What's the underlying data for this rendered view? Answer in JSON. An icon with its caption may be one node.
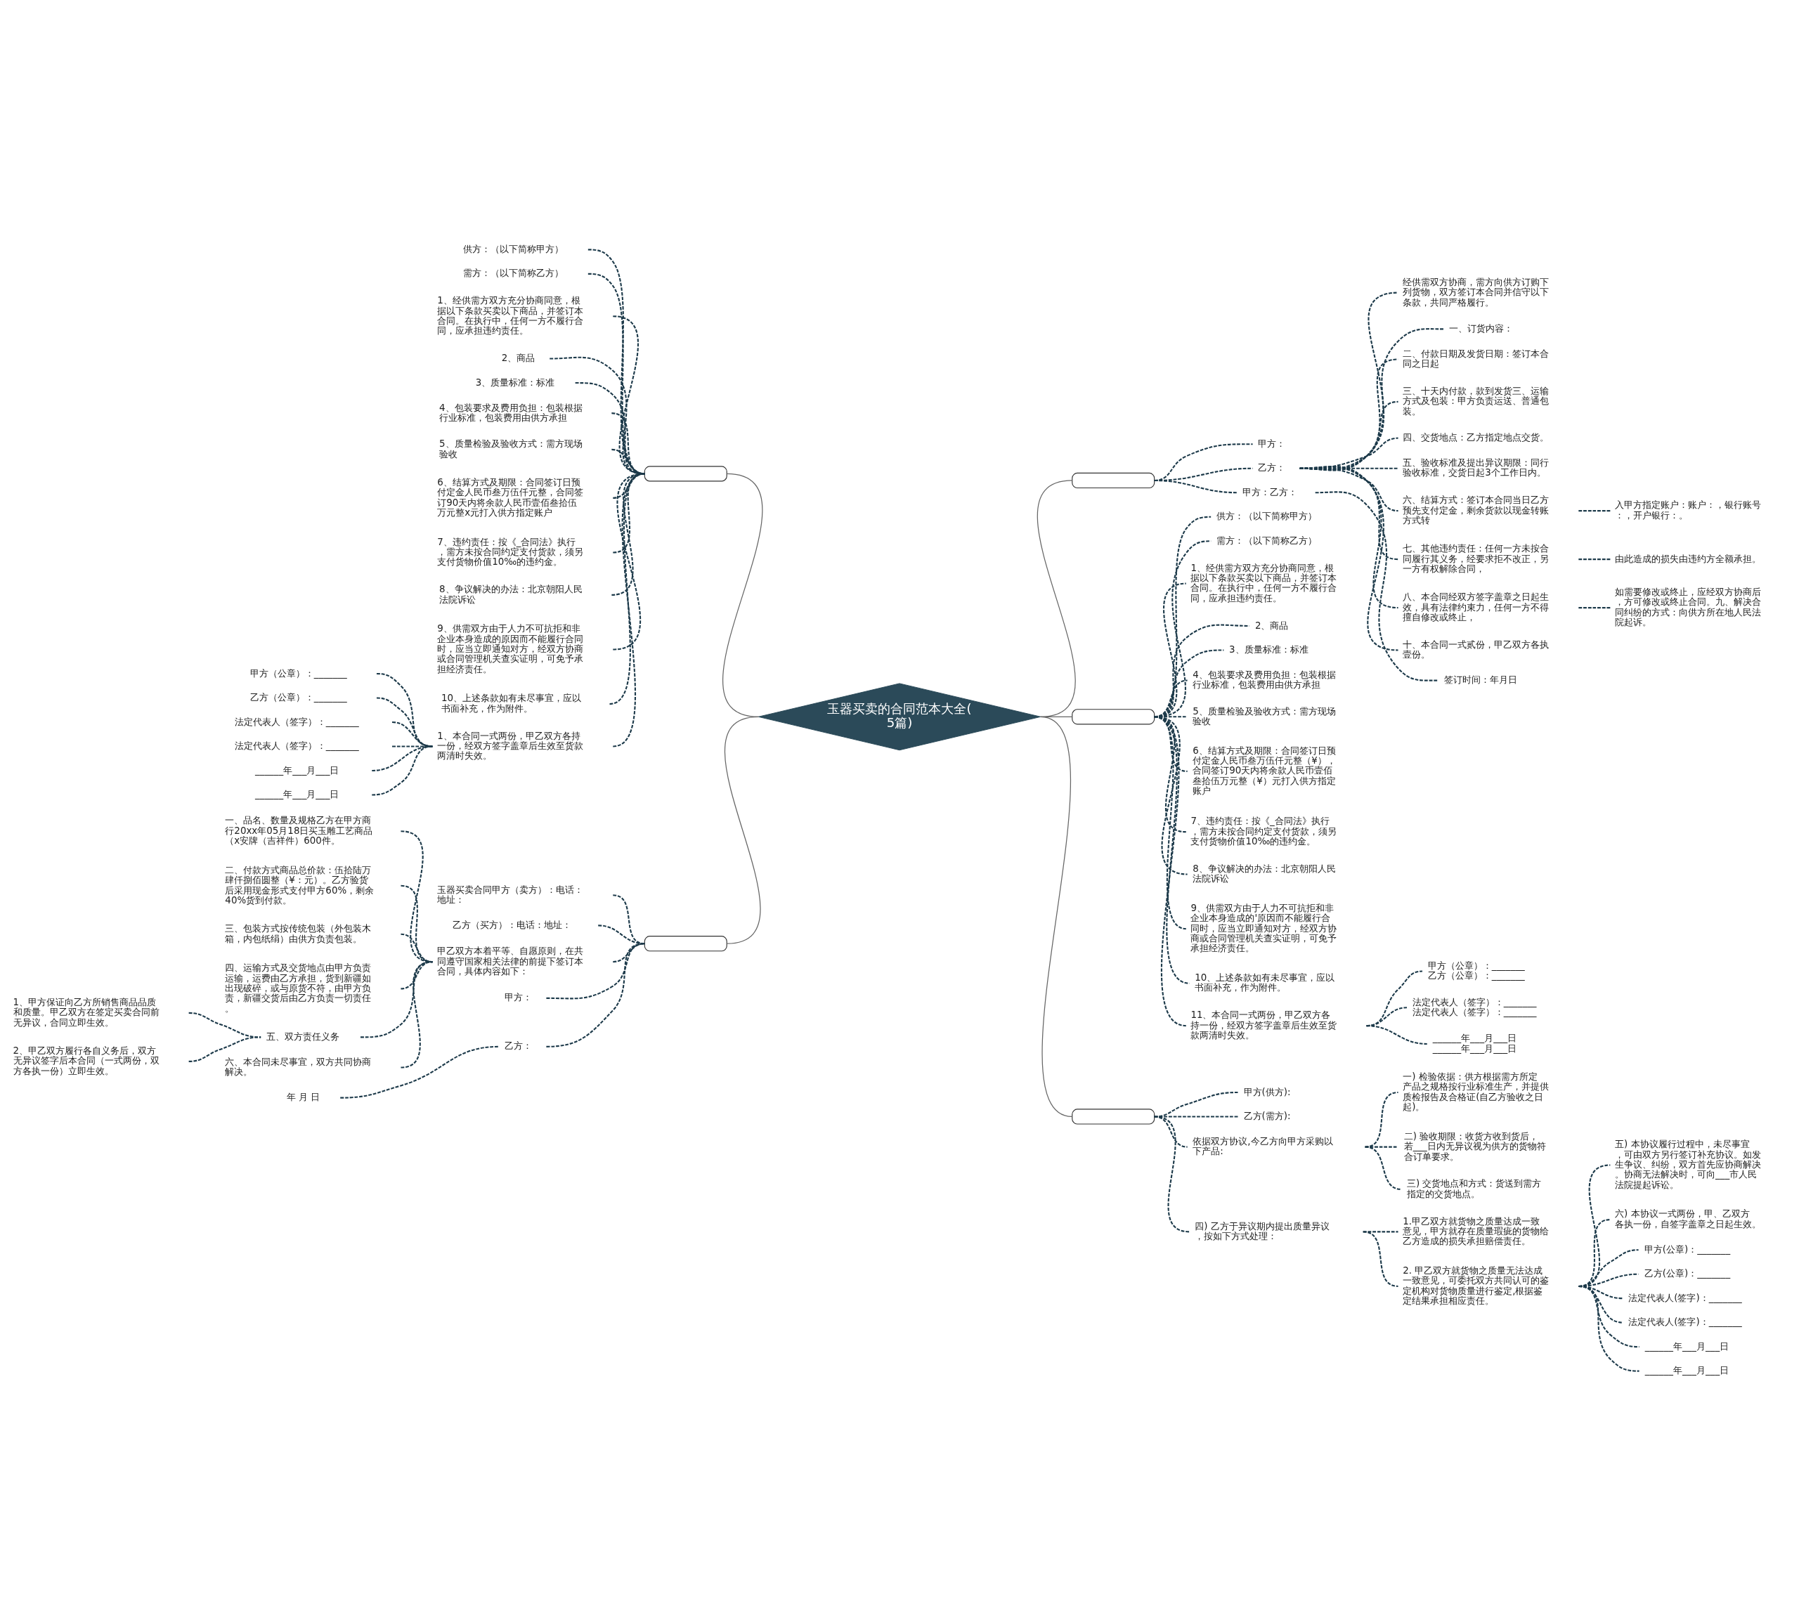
{
  "diagram": {
    "nodes": [
      {
        "text": [
          "玉器买卖的合同范本大全(5篇)"
        ]
      },
      {
        "text": [],
        "shape": "box"
      },
      {
        "text": [
          "供方：（以下简称甲方）"
        ]
      },
      {
        "text": [
          "需方：（以下简称乙方）"
        ]
      },
      {
        "text": [
          "1、经供需方双方充分协商同意，根据以下条款买卖以下商品，并签订本合同。在执行中，任何一方不履行合同，应承担违约责任。"
        ]
      },
      {
        "text": [
          "2、商品"
        ]
      },
      {
        "text": [
          "3、质量标准：标准"
        ]
      },
      {
        "text": [
          "4、包装要求及费用负担：包装根据行业标准，包装费用由供方承担"
        ]
      },
      {
        "text": [
          "5、质量检验及验收方式：需方现场验收"
        ]
      },
      {
        "text": [
          "6、结算方式及期限：合同签订日预付定金人民币叁万伍仟元整，合同签订90天内将余款人民币壹佰叁拾伍万元整x元打入供方指定账户"
        ]
      },
      {
        "text": [
          "7、违约责任：按《_合同法》执行，需方未按合同约定支付货款，须另支付货物价值10‰的违约金。"
        ]
      },
      {
        "text": [
          "8、争议解决的办法：北京朝阳人民法院诉讼"
        ]
      },
      {
        "text": [
          "9、供需双方由于人力不可抗拒和非企业本身造成的原因而不能履行合同时，应当立即通知对方，经双方协商或合同管理机关查实证明，可免予承担经济责任。"
        ]
      },
      {
        "text": [
          "10、上述条款如有未尽事宜，应以书面补充，作为附件。"
        ]
      },
      {
        "text": [
          "1、本合同一式两份，甲乙双方各持一份，经双方签字盖章后生效至货款两清时失效。"
        ]
      },
      {
        "text": [
          "甲方（公章）：_______"
        ]
      },
      {
        "text": [
          "乙方（公章）：_______"
        ]
      },
      {
        "text": [
          "法定代表人（签字）：_______"
        ]
      },
      {
        "text": [
          "法定代表人（签字）：_______"
        ]
      },
      {
        "text": [
          "______年___月___日"
        ]
      },
      {
        "text": [
          "______年___月___日"
        ]
      },
      {
        "text": [],
        "shape": "box"
      },
      {
        "text": [
          "玉器买卖合同甲方（卖方）：电话：地址："
        ]
      },
      {
        "text": [
          "乙方（买方）：电话：地址："
        ]
      },
      {
        "text": [
          "甲乙双方本着平等、自愿原则，在共同遵守国家相关法律的前提下签订本合同，具体内容如下："
        ]
      },
      {
        "text": [
          "一、品名、数量及规格乙方在甲方商行20xx年05月18日买玉雕工艺商品（x安牌（吉祥件）600件。"
        ]
      },
      {
        "text": [
          "二、付款方式商品总价款：伍拾陆万肆仟捌佰圆整（¥：元）。乙方验货后采用现金形式支付甲方60%，剩余40%货到付款。"
        ]
      },
      {
        "text": [
          "三、包装方式按传统包装（外包装木箱，内包纸绢）由供方负责包装。"
        ]
      },
      {
        "text": [
          "四、运输方式及交货地点由甲方负责运输，运费由乙方承担，货到新疆如出现破碎，或与原货不符，由甲方负责，新疆交货后由乙方负责一切责任。"
        ]
      },
      {
        "text": [
          "五、双方责任义务"
        ]
      },
      {
        "text": [
          "1、甲方保证向乙方所销售商品品质和质量。甲乙双方在签定买卖合同前无异议，合同立即生效。"
        ]
      },
      {
        "text": [
          "2、甲乙双方履行各自义务后，双方无异议签字后本合同（一式两份，双方各执一份）立即生效。"
        ]
      },
      {
        "text": [
          "六、本合同未尽事宜，双方共同协商解决。"
        ]
      },
      {
        "text": [
          "甲方："
        ]
      },
      {
        "text": [
          "乙方："
        ]
      },
      {
        "text": [
          "年 月 日"
        ]
      },
      {
        "text": [],
        "shape": "box"
      },
      {
        "text": [
          "甲方："
        ]
      },
      {
        "text": [
          "乙方："
        ]
      },
      {
        "text": [
          "经供需双方协商，需方向供方订购下列货物，双方签订本合同并信守以下条款，共同严格履行。"
        ]
      },
      {
        "text": [
          "一、订货内容："
        ]
      },
      {
        "text": [
          "二、付款日期及发货日期：签订本合同之日起"
        ]
      },
      {
        "text": [
          "三、十天内付款，款到发货三、运输方式及包装：甲方负责运送、普通包装。"
        ]
      },
      {
        "text": [
          "四、交货地点：乙方指定地点交货。"
        ]
      },
      {
        "text": [
          "五、验收标准及提出异议期限：同行验收标准，交货日起3个工作日内。"
        ]
      },
      {
        "text": [
          "六、结算方式：签订本合同当日乙方预先支付定金，剩余货款以现金转账方式转"
        ]
      },
      {
        "text": [
          "入甲方指定账户：账户：，银行账号：，开户银行：。"
        ]
      },
      {
        "text": [
          "七、其他违约责任：任何一方未按合同履行其义务，经要求拒不改正，另一方有权解除合同，"
        ]
      },
      {
        "text": [
          "由此造成的损失由违约方全额承担。"
        ]
      },
      {
        "text": [
          "八、本合同经双方签字盖章之日起生效，具有法律约束力，任何一方不得擅自修改或终止，"
        ]
      },
      {
        "text": [
          "如需要修改或终止，应经双方协商后，方可修改或终止合同。九、解决合同纠纷的方式：向供方所在地人民法院起诉。"
        ]
      },
      {
        "text": [
          "十、本合同一式贰份，甲乙双方各执壹份。"
        ]
      },
      {
        "text": [
          "甲方：乙方："
        ]
      },
      {
        "text": [
          "签订时间：年月日"
        ]
      },
      {
        "text": [],
        "shape": "box"
      },
      {
        "text": [
          "供方：（以下简称甲方）"
        ]
      },
      {
        "text": [
          "需方：（以下简称乙方）"
        ]
      },
      {
        "text": [
          "1、经供需方双方充分协商同意，根据以下条款买卖以下商品，并签订本合同。在执行中，任何一方不履行合同，应承担违约责任。"
        ]
      },
      {
        "text": [
          "2、商品"
        ]
      },
      {
        "text": [
          "3、质量标准：标准"
        ]
      },
      {
        "text": [
          "4、包装要求及费用负担：包装根据行业标准，包装费用由供方承担"
        ]
      },
      {
        "text": [
          "5、质量检验及验收方式：需方现场验收"
        ]
      },
      {
        "text": [
          "6、结算方式及期限：合同签订日预付定金人民币叁万伍仟元整（¥），合同签订90天内将余款人民币壹佰叁拾伍万元整（¥）元打入供方指定账户"
        ]
      },
      {
        "text": [
          "7、违约责任：按《_合同法》执行，需方未按合同约定支付货款，须另支付货物价值10‰的违约金。"
        ]
      },
      {
        "text": [
          "8、争议解决的办法：北京朝阳人民法院诉讼"
        ]
      },
      {
        "text": [
          "9、供需双方由于人力不可抗拒和非企业本身造成的'原因而不能履行合同时，应当立即通知对方，经双方协商或合同管理机关查实证明，可免予承担经济责任。"
        ]
      },
      {
        "text": [
          "10、上述条款如有未尽事宜，应以书面补充，作为附件。"
        ]
      },
      {
        "text": [
          "11、本合同一式两份，甲乙双方各持一份，经双方签字盖章后生效至货款两清时失效。"
        ]
      },
      {
        "text": [
          "甲方（公章）：_______ 乙方（公章）：_______"
        ]
      },
      {
        "text": [
          "法定代表人（签字）：_______ 法定代表人（签字）：_______"
        ]
      },
      {
        "text": [
          "______年___月___日 ______年___月___日"
        ]
      },
      {
        "text": [],
        "shape": "box"
      },
      {
        "text": [
          "甲方(供方):"
        ]
      },
      {
        "text": [
          "乙方(需方):"
        ]
      },
      {
        "text": [
          "依据双方协议,今乙方向甲方采购以下产品:"
        ]
      },
      {
        "text": [
          "一) 检验依据：供方根据需方所定产品之规格按行业标准生产，并提供质检报告及合格证(自乙方验收之日起)。"
        ]
      },
      {
        "text": [
          "二) 验收期限：收货方收到货后，若___日内无异议视为供方的货物符合订单要求。"
        ]
      },
      {
        "text": [
          "三) 交货地点和方式：货送到需方指定的交货地点。"
        ]
      },
      {
        "text": [
          "四) 乙方于异议期内提出质量异议，按如下方式处理："
        ]
      },
      {
        "text": [
          "1.甲乙双方就货物之质量达成一致意见，甲方就存在质量瑕疵的货物给乙方造成的损失承担赔偿责任。"
        ]
      },
      {
        "text": [
          "2. 甲乙双方就货物之质量无法达成一致意见，可委托双方共同认可的鉴定机构对货物质量进行鉴定,根据鉴定结果承担相应责任。"
        ]
      },
      {
        "text": [
          "五) 本协议履行过程中，未尽事宜，可由双方另行签订补充协议。如发生争议、纠纷，双方首先应协商解决。协商无法解决时，可向___市人民法院提起诉讼。"
        ]
      },
      {
        "text": [
          "六) 本协议一式两份，甲、乙双方各执一份，自签字盖章之日起生效。"
        ]
      },
      {
        "text": [
          "甲方(公章)：_______"
        ]
      },
      {
        "text": [
          "乙方(公章)：_______"
        ]
      },
      {
        "text": [
          "法定代表人(签字)：_______"
        ]
      },
      {
        "text": [
          "法定代表人(签字)：_______"
        ]
      },
      {
        "text": [
          "______年___月___日"
        ]
      },
      {
        "text": [
          "______年___月___日"
        ]
      }
    ],
    "edges": [
      {
        "from": 0,
        "to": 1,
        "arrow": "none",
        "color": "#666666"
      },
      {
        "from": 1,
        "to": 2,
        "arrow": "none",
        "style": "dashed"
      },
      {
        "from": 1,
        "to": 3,
        "arrow": "none",
        "style": "dashed"
      },
      {
        "from": 1,
        "to": 4,
        "arrow": "none",
        "style": "dashed"
      },
      {
        "from": 1,
        "to": 5,
        "arrow": "none",
        "style": "dashed"
      },
      {
        "from": 1,
        "to": 6,
        "arrow": "none",
        "style": "dashed"
      },
      {
        "from": 1,
        "to": 7,
        "arrow": "none",
        "style": "dashed"
      },
      {
        "from": 1,
        "to": 8,
        "arrow": "none",
        "style": "dashed"
      },
      {
        "from": 1,
        "to": 9,
        "arrow": "none",
        "style": "dashed"
      },
      {
        "from": 1,
        "to": 10,
        "arrow": "none",
        "style": "dashed"
      },
      {
        "from": 1,
        "to": 11,
        "arrow": "none",
        "style": "dashed"
      },
      {
        "from": 1,
        "to": 12,
        "arrow": "none",
        "style": "dashed"
      },
      {
        "from": 1,
        "to": 13,
        "arrow": "none",
        "style": "dashed"
      },
      {
        "from": 1,
        "to": 14,
        "arrow": "none",
        "style": "dashed"
      },
      {
        "from": 14,
        "to": 15,
        "arrow": "none",
        "style": "dashed"
      },
      {
        "from": 14,
        "to": 16,
        "arrow": "none",
        "style": "dashed"
      },
      {
        "from": 14,
        "to": 17,
        "arrow": "none",
        "style": "dashed"
      },
      {
        "from": 14,
        "to": 18,
        "arrow": "none",
        "style": "dashed"
      },
      {
        "from": 14,
        "to": 19,
        "arrow": "none",
        "style": "dashed"
      },
      {
        "from": 14,
        "to": 20,
        "arrow": "none",
        "style": "dashed"
      },
      {
        "from": 0,
        "to": 21,
        "arrow": "none",
        "color": "#666666"
      },
      {
        "from": 21,
        "to": 22,
        "arrow": "none",
        "style": "dashed"
      },
      {
        "from": 21,
        "to": 23,
        "arrow": "none",
        "style": "dashed"
      },
      {
        "from": 21,
        "to": 24,
        "arrow": "none",
        "style": "dashed"
      },
      {
        "from": 24,
        "to": 25,
        "arrow": "none",
        "style": "dashed"
      },
      {
        "from": 24,
        "to": 26,
        "arrow": "none",
        "style": "dashed"
      },
      {
        "from": 24,
        "to": 27,
        "arrow": "none",
        "style": "dashed"
      },
      {
        "from": 24,
        "to": 28,
        "arrow": "none",
        "style": "dashed"
      },
      {
        "from": 24,
        "to": 29,
        "arrow": "none",
        "style": "dashed"
      },
      {
        "from": 29,
        "to": 30,
        "arrow": "none",
        "style": "dashed"
      },
      {
        "from": 29,
        "to": 31,
        "arrow": "none",
        "style": "dashed"
      },
      {
        "from": 24,
        "to": 32,
        "arrow": "none",
        "style": "dashed"
      },
      {
        "from": 21,
        "to": 33,
        "arrow": "none",
        "style": "dashed"
      },
      {
        "from": 21,
        "to": 34,
        "arrow": "none",
        "style": "dashed"
      },
      {
        "from": 34,
        "to": 35,
        "arrow": "none",
        "style": "dashed"
      },
      {
        "from": 0,
        "to": 36,
        "arrow": "none",
        "color": "#666666"
      },
      {
        "from": 36,
        "to": 37,
        "arrow": "none",
        "style": "dashed"
      },
      {
        "from": 36,
        "to": 38,
        "arrow": "none",
        "style": "dashed"
      },
      {
        "from": 38,
        "to": 39,
        "arrow": "none",
        "style": "dashed"
      },
      {
        "from": 38,
        "to": 40,
        "arrow": "none",
        "style": "dashed"
      },
      {
        "from": 38,
        "to": 41,
        "arrow": "none",
        "style": "dashed"
      },
      {
        "from": 38,
        "to": 42,
        "arrow": "none",
        "style": "dashed"
      },
      {
        "from": 38,
        "to": 43,
        "arrow": "none",
        "style": "dashed"
      },
      {
        "from": 38,
        "to": 44,
        "arrow": "none",
        "style": "dashed"
      },
      {
        "from": 38,
        "to": 45,
        "arrow": "none",
        "style": "dashed"
      },
      {
        "from": 45,
        "to": 46,
        "arrow": "none",
        "style": "dashed"
      },
      {
        "from": 38,
        "to": 47,
        "arrow": "none",
        "style": "dashed"
      },
      {
        "from": 47,
        "to": 48,
        "arrow": "none",
        "style": "dashed"
      },
      {
        "from": 38,
        "to": 49,
        "arrow": "none",
        "style": "dashed"
      },
      {
        "from": 49,
        "to": 50,
        "arrow": "none",
        "style": "dashed"
      },
      {
        "from": 38,
        "to": 51,
        "arrow": "none",
        "style": "dashed"
      },
      {
        "from": 36,
        "to": 52,
        "arrow": "none",
        "style": "dashed"
      },
      {
        "from": 52,
        "to": 53,
        "arrow": "none",
        "style": "dashed"
      },
      {
        "from": 0,
        "to": 54,
        "arrow": "none",
        "color": "#666666"
      },
      {
        "from": 54,
        "to": 55,
        "arrow": "none",
        "style": "dashed"
      },
      {
        "from": 54,
        "to": 56,
        "arrow": "none",
        "style": "dashed"
      },
      {
        "from": 54,
        "to": 57,
        "arrow": "none",
        "style": "dashed"
      },
      {
        "from": 54,
        "to": 58,
        "arrow": "none",
        "style": "dashed"
      },
      {
        "from": 54,
        "to": 59,
        "arrow": "none",
        "style": "dashed"
      },
      {
        "from": 54,
        "to": 60,
        "arrow": "none",
        "style": "dashed"
      },
      {
        "from": 54,
        "to": 61,
        "arrow": "none",
        "style": "dashed"
      },
      {
        "from": 54,
        "to": 62,
        "arrow": "none",
        "style": "dashed"
      },
      {
        "from": 54,
        "to": 63,
        "arrow": "none",
        "style": "dashed"
      },
      {
        "from": 54,
        "to": 64,
        "arrow": "none",
        "style": "dashed"
      },
      {
        "from": 54,
        "to": 65,
        "arrow": "none",
        "style": "dashed"
      },
      {
        "from": 54,
        "to": 66,
        "arrow": "none",
        "style": "dashed"
      },
      {
        "from": 54,
        "to": 67,
        "arrow": "none",
        "style": "dashed"
      },
      {
        "from": 67,
        "to": 68,
        "arrow": "none",
        "style": "dashed"
      },
      {
        "from": 67,
        "to": 69,
        "arrow": "none",
        "style": "dashed"
      },
      {
        "from": 67,
        "to": 70,
        "arrow": "none",
        "style": "dashed"
      },
      {
        "from": 0,
        "to": 71,
        "arrow": "none",
        "color": "#666666"
      },
      {
        "from": 71,
        "to": 72,
        "arrow": "none",
        "style": "dashed"
      },
      {
        "from": 71,
        "to": 73,
        "arrow": "none",
        "style": "dashed"
      },
      {
        "from": 71,
        "to": 74,
        "arrow": "none",
        "style": "dashed"
      },
      {
        "from": 74,
        "to": 75,
        "arrow": "none",
        "style": "dashed"
      },
      {
        "from": 74,
        "to": 76,
        "arrow": "none",
        "style": "dashed"
      },
      {
        "from": 74,
        "to": 77,
        "arrow": "none",
        "style": "dashed"
      },
      {
        "from": 71,
        "to": 78,
        "arrow": "none",
        "style": "dashed"
      },
      {
        "from": 78,
        "to": 79,
        "arrow": "none",
        "style": "dashed"
      },
      {
        "from": 78,
        "to": 80,
        "arrow": "none",
        "style": "dashed"
      },
      {
        "from": 80,
        "to": 81,
        "arrow": "none",
        "style": "dashed"
      },
      {
        "from": 80,
        "to": 82,
        "arrow": "none",
        "style": "dashed"
      },
      {
        "from": 80,
        "to": 83,
        "arrow": "none",
        "style": "dashed"
      },
      {
        "from": 80,
        "to": 84,
        "arrow": "none",
        "style": "dashed"
      },
      {
        "from": 80,
        "to": 85,
        "arrow": "none",
        "style": "dashed"
      },
      {
        "from": 80,
        "to": 86,
        "arrow": "none",
        "style": "dashed"
      },
      {
        "from": 80,
        "to": 87,
        "arrow": "none",
        "style": "dashed"
      },
      {
        "from": 80,
        "to": 88,
        "arrow": "none",
        "style": "dashed"
      }
    ]
  }
}
